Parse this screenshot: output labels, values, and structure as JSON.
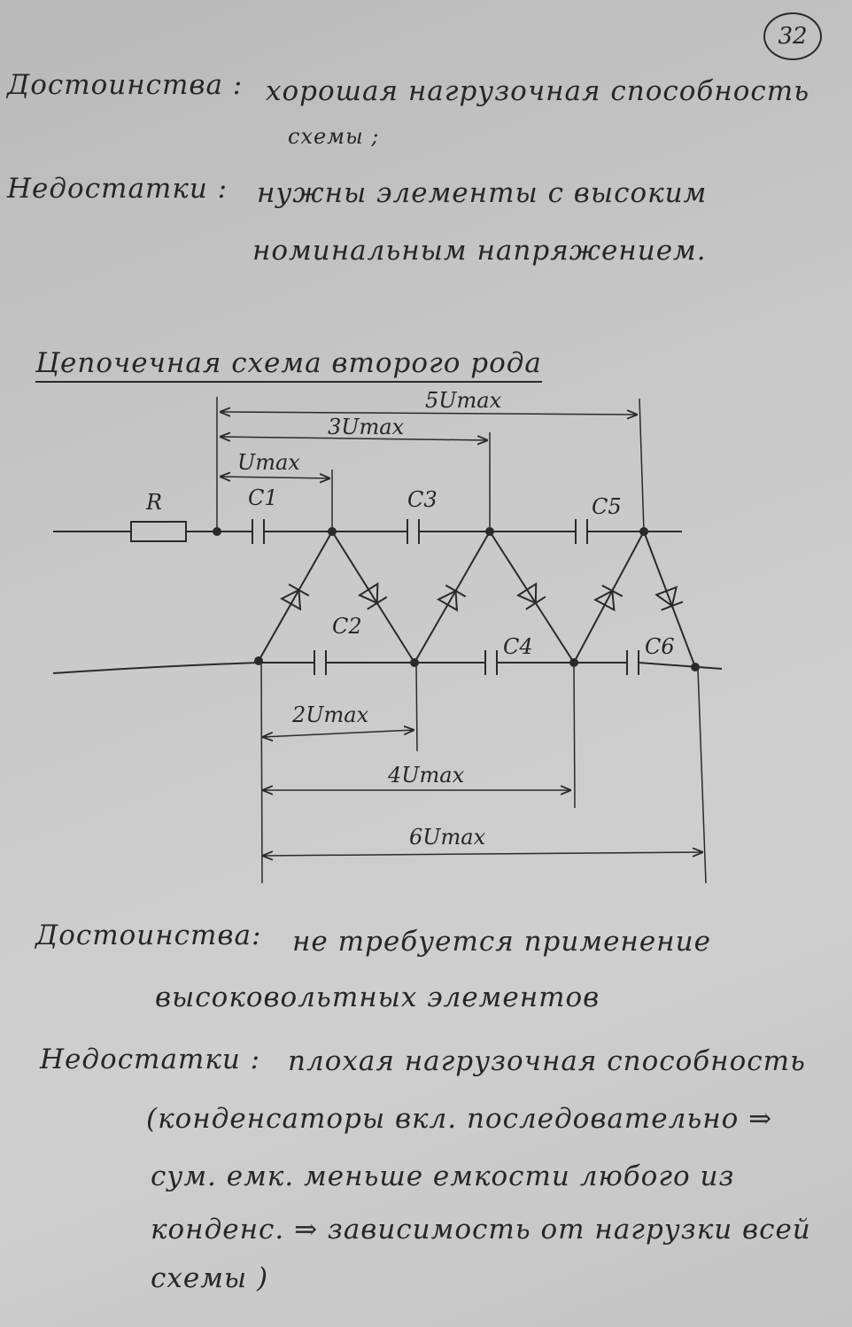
{
  "page_number": "32",
  "section1": {
    "advantages_label": "Достоинства :",
    "advantages_text_1": "хорошая нагрузочная способность",
    "advantages_text_2": "схемы ;",
    "disadvantages_label": "Недостатки :",
    "disadvantages_text_1": "нужны элементы с высоким",
    "disadvantages_text_2": "номинальным напряжением."
  },
  "diagram": {
    "title": "Цепочечная схема второго рода",
    "labels": {
      "R": "R",
      "C1": "C1",
      "C2": "C2",
      "C3": "C3",
      "C4": "C4",
      "C5": "C5",
      "C6": "C6",
      "u1": "Umax",
      "u3": "3Umax",
      "u5": "5Umax",
      "u2": "2Umax",
      "u4": "4Umax",
      "u6": "6Umax"
    }
  },
  "section2": {
    "advantages_label": "Достоинства:",
    "advantages_text_1": "не требуется применение",
    "advantages_text_2": "высоковольтных элементов",
    "disadvantages_label": "Недостатки :",
    "disadvantages_text_1": "плохая нагрузочная способность",
    "disadvantages_text_2": "(конденсаторы вкл. последовательно ⇒",
    "disadvantages_text_3": "сум. емк. меньше емкости любого из",
    "disadvantages_text_4": "конденс. ⇒ зависимость от нагрузки всей",
    "disadvantages_text_5": "схемы )"
  }
}
